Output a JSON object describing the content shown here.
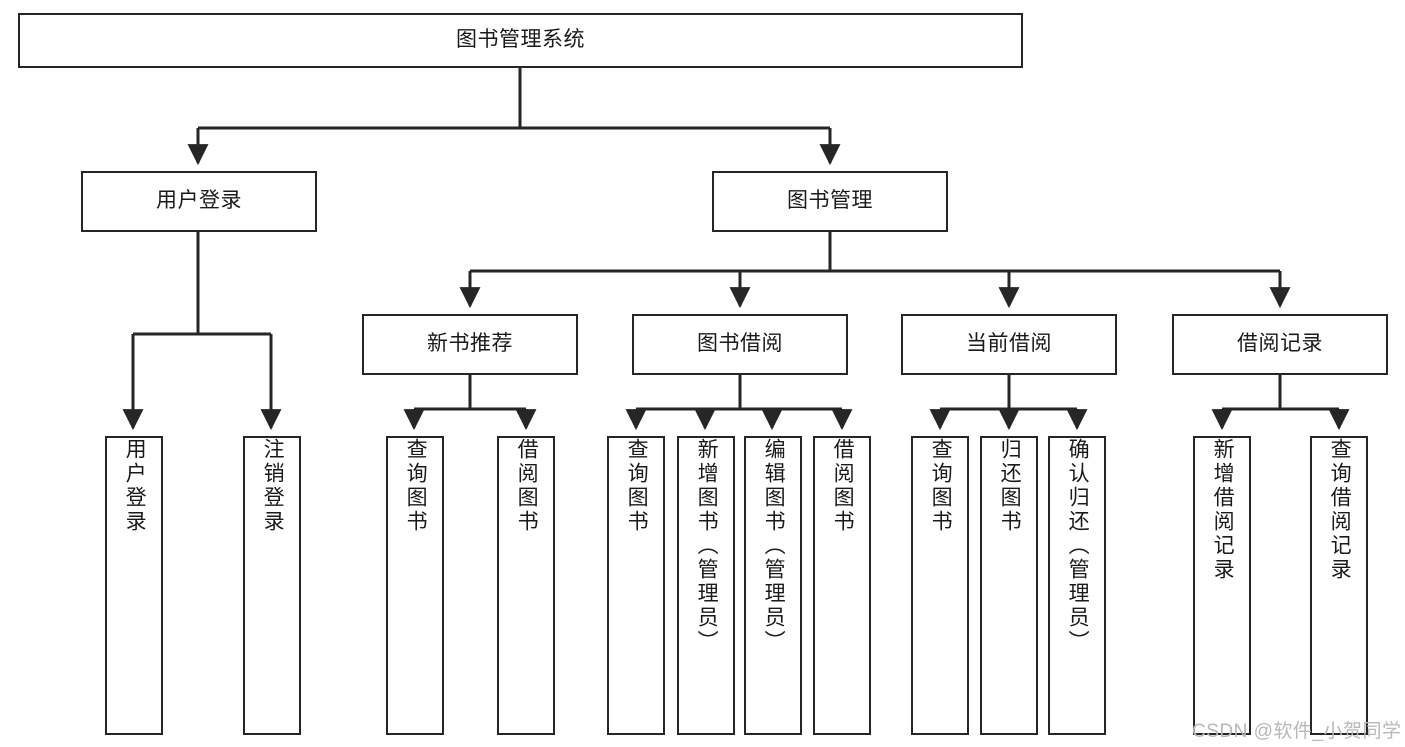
{
  "diagram": {
    "title": "图书管理系统",
    "type": "tree-hierarchy-chart",
    "orientation": "top-down",
    "colors": {
      "box_border": "#262626",
      "box_fill": "#ffffff",
      "edge": "#262626",
      "text": "#1a1a1a",
      "watermark": "#b8b8b8",
      "background": "#ffffff"
    },
    "nodes": {
      "root": {
        "label": "图书管理系统",
        "orientation": "horizontal"
      },
      "level2": [
        {
          "id": "user-login",
          "label": "用户登录",
          "orientation": "horizontal"
        },
        {
          "id": "book-manage",
          "label": "图书管理",
          "orientation": "horizontal"
        }
      ],
      "level3": [
        {
          "id": "new-book-recommend",
          "label": "新书推荐",
          "orientation": "horizontal"
        },
        {
          "id": "book-borrow",
          "label": "图书借阅",
          "orientation": "horizontal"
        },
        {
          "id": "current-borrow",
          "label": "当前借阅",
          "orientation": "horizontal"
        },
        {
          "id": "borrow-record",
          "label": "借阅记录",
          "orientation": "horizontal"
        }
      ],
      "leaves": [
        {
          "id": "leaf-user-login",
          "label": "用户登录",
          "orientation": "vertical",
          "parent": "user-login"
        },
        {
          "id": "leaf-user-logout",
          "label": "注销登录",
          "orientation": "vertical",
          "parent": "user-login"
        },
        {
          "id": "leaf-query-book-1",
          "label": "查询图书",
          "orientation": "vertical",
          "parent": "new-book-recommend"
        },
        {
          "id": "leaf-borrow-book-1",
          "label": "借阅图书",
          "orientation": "vertical",
          "parent": "new-book-recommend"
        },
        {
          "id": "leaf-query-book-2",
          "label": "查询图书",
          "orientation": "vertical",
          "parent": "book-borrow"
        },
        {
          "id": "leaf-add-book",
          "label": "新增图书（管理员）",
          "orientation": "vertical",
          "parent": "book-borrow"
        },
        {
          "id": "leaf-edit-book",
          "label": "编辑图书（管理员）",
          "orientation": "vertical",
          "parent": "book-borrow"
        },
        {
          "id": "leaf-borrow-book-2",
          "label": "借阅图书",
          "orientation": "vertical",
          "parent": "book-borrow"
        },
        {
          "id": "leaf-query-book-3",
          "label": "查询图书",
          "orientation": "vertical",
          "parent": "current-borrow"
        },
        {
          "id": "leaf-return-book",
          "label": "归还图书",
          "orientation": "vertical",
          "parent": "current-borrow"
        },
        {
          "id": "leaf-confirm-return",
          "label": "确认归还（管理员）",
          "orientation": "vertical",
          "parent": "current-borrow"
        },
        {
          "id": "leaf-add-record",
          "label": "新增借阅记录",
          "orientation": "vertical",
          "parent": "borrow-record"
        },
        {
          "id": "leaf-query-record",
          "label": "查询借阅记录",
          "orientation": "vertical",
          "parent": "borrow-record"
        }
      ]
    },
    "watermark": "CSDN @软件_小贺同学"
  }
}
